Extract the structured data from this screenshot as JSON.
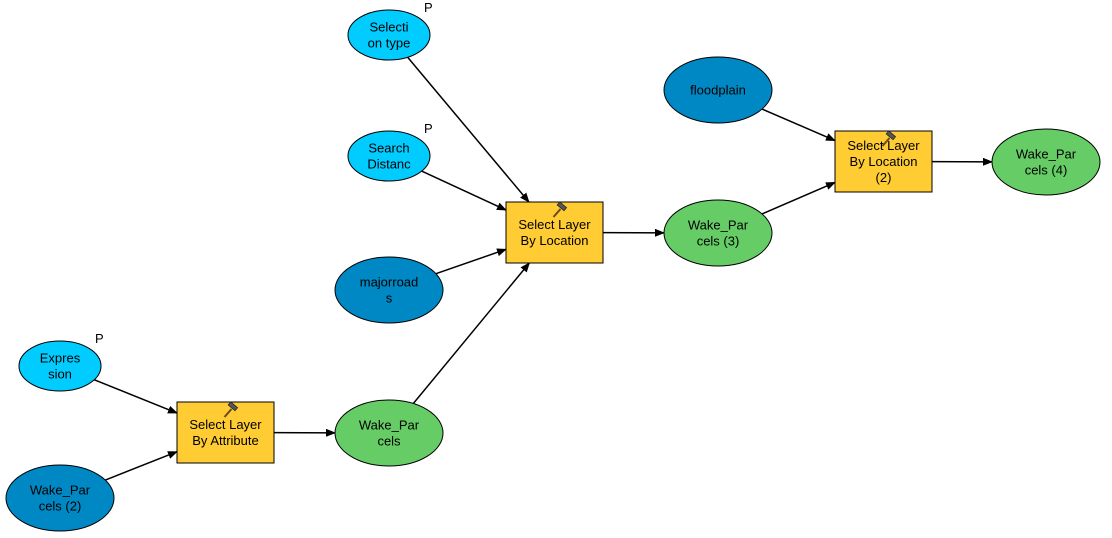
{
  "colors": {
    "input_variable": "#00ccff",
    "input_data": "#0088c4",
    "tool": "#ffcc33",
    "derived_data": "#66cc66",
    "connector": "#000000",
    "outline": "#000000"
  },
  "param_marker": "P",
  "nodes": {
    "selection_type": {
      "kind": "input_variable",
      "label": [
        "Selecti",
        "on type"
      ],
      "parameter": true
    },
    "search_distance": {
      "kind": "input_variable",
      "label": [
        "Search",
        "Distanc"
      ],
      "parameter": true
    },
    "expression": {
      "kind": "input_variable",
      "label": [
        "Expres",
        "sion"
      ],
      "parameter": true
    },
    "majorroads": {
      "kind": "input_data",
      "label": [
        "majorroad",
        "s"
      ],
      "parameter": false
    },
    "floodplain": {
      "kind": "input_data",
      "label": [
        "floodplain"
      ],
      "parameter": false
    },
    "wake_parcels_2": {
      "kind": "input_data",
      "label": [
        "Wake_Par",
        "cels (2)"
      ],
      "parameter": false
    },
    "select_by_attribute": {
      "kind": "tool",
      "label": [
        "Select Layer",
        "By Attribute"
      ],
      "icon": "hammer-icon"
    },
    "select_by_location": {
      "kind": "tool",
      "label": [
        "Select Layer",
        "By Location"
      ],
      "icon": "hammer-icon"
    },
    "select_by_location_2": {
      "kind": "tool",
      "label": [
        "Select Layer",
        "By Location",
        "(2)"
      ],
      "icon": "hammer-icon"
    },
    "wake_parcels": {
      "kind": "derived_data",
      "label": [
        "Wake_Par",
        "cels"
      ],
      "parameter": false
    },
    "wake_parcels_3": {
      "kind": "derived_data",
      "label": [
        "Wake_Par",
        "cels (3)"
      ],
      "parameter": false
    },
    "wake_parcels_4": {
      "kind": "derived_data",
      "label": [
        "Wake_Par",
        "cels (4)"
      ],
      "parameter": false
    }
  },
  "connections": [
    {
      "from": "expression",
      "to": "select_by_attribute"
    },
    {
      "from": "wake_parcels_2",
      "to": "select_by_attribute"
    },
    {
      "from": "select_by_attribute",
      "to": "wake_parcels"
    },
    {
      "from": "selection_type",
      "to": "select_by_location"
    },
    {
      "from": "search_distance",
      "to": "select_by_location"
    },
    {
      "from": "majorroads",
      "to": "select_by_location"
    },
    {
      "from": "wake_parcels",
      "to": "select_by_location"
    },
    {
      "from": "select_by_location",
      "to": "wake_parcels_3"
    },
    {
      "from": "floodplain",
      "to": "select_by_location_2"
    },
    {
      "from": "wake_parcels_3",
      "to": "select_by_location_2"
    },
    {
      "from": "select_by_location_2",
      "to": "wake_parcels_4"
    }
  ]
}
